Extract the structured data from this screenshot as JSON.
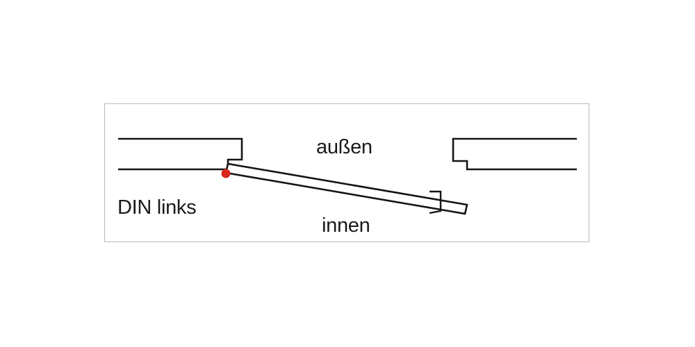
{
  "diagram": {
    "labels": {
      "hinge_side": "DIN links",
      "outside": "außen",
      "inside": "innen"
    },
    "colors": {
      "line": "#141414",
      "hinge_point": "#d9241c",
      "frame_border": "#b9b9b9",
      "background": "#ffffff"
    }
  }
}
